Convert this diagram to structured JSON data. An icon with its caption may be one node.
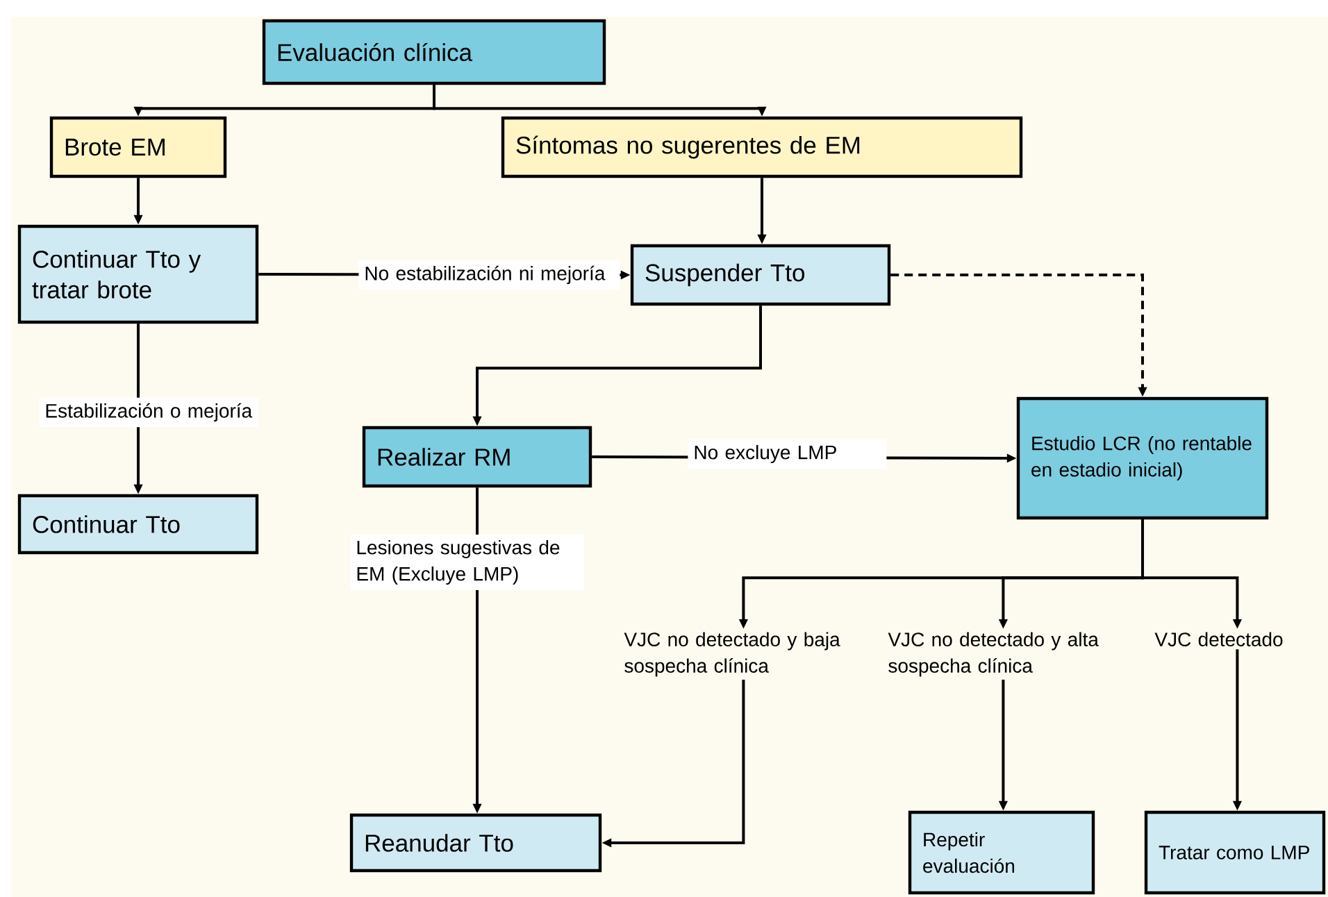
{
  "diagram": {
    "nodes": [
      {
        "text": [
          "Evaluación clínica"
        ]
      },
      {
        "text": [
          "Brote EM"
        ]
      },
      {
        "text": [
          "Síntomas no sugerentes de EM"
        ]
      },
      {
        "text": [
          "Continuar Tto y tratar brote"
        ]
      },
      {
        "text": [
          "Suspender Tto"
        ]
      },
      {
        "text": [
          "Continuar Tto"
        ]
      },
      {
        "text": [
          "Realizar RM"
        ]
      },
      {
        "text": [
          "Estudio LCR (no rentable en estadio inicial)"
        ]
      },
      {
        "text": [
          "VJC no detectado y baja sospecha clínica"
        ]
      },
      {
        "text": [
          "VJC no detectado y alta sospecha clínica"
        ]
      },
      {
        "text": [
          "VJC detectado"
        ]
      },
      {
        "text": [
          "Reanudar Tto"
        ]
      },
      {
        "text": [
          "Repetir evaluación"
        ]
      },
      {
        "text": [
          "Tratar como LMP"
        ]
      }
    ],
    "edges": [
      {
        "from": 0,
        "to": 1,
        "arrow": "to"
      },
      {
        "from": 0,
        "to": 2,
        "arrow": "to"
      },
      {
        "from": 1,
        "to": 3,
        "arrow": "to"
      },
      {
        "from": 2,
        "to": 4,
        "arrow": "to"
      },
      {
        "from": 3,
        "to": 4,
        "arrow": "to",
        "label": "No estabilización ni mejoría"
      },
      {
        "from": 3,
        "to": 5,
        "arrow": "to",
        "label": "Estabilización o mejoría"
      },
      {
        "from": 4,
        "to": 6,
        "arrow": "to"
      },
      {
        "from": 4,
        "to": 7,
        "arrow": "to",
        "style": "dashed"
      },
      {
        "from": 6,
        "to": 7,
        "arrow": "to",
        "label": "No excluye LMP"
      },
      {
        "from": 6,
        "to": 11,
        "arrow": "to",
        "label": "Lesiones sugestivas de EM (Excluye LMP)"
      },
      {
        "from": 7,
        "to": 8,
        "arrow": "to"
      },
      {
        "from": 7,
        "to": 9,
        "arrow": "to"
      },
      {
        "from": 7,
        "to": 10,
        "arrow": "to"
      },
      {
        "from": 8,
        "to": 11,
        "arrow": "to"
      },
      {
        "from": 9,
        "to": 12,
        "arrow": "to"
      },
      {
        "from": 10,
        "to": 13,
        "arrow": "to"
      }
    ]
  }
}
